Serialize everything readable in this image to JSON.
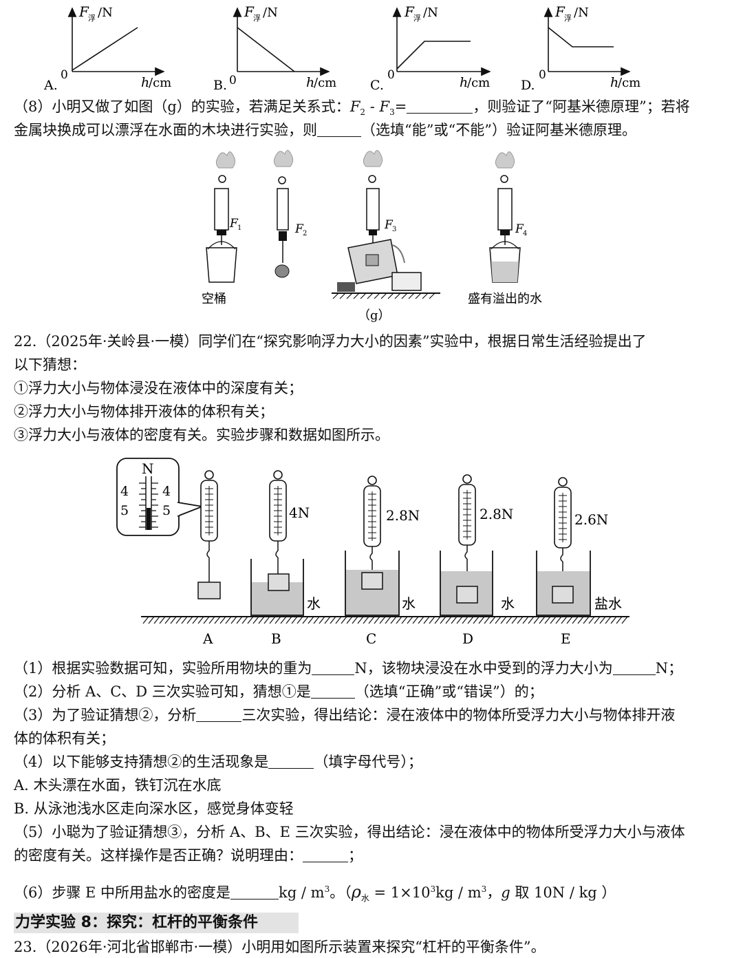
{
  "top_graphs": {
    "y_label": "F",
    "y_sub": "浮",
    "y_unit": "/N",
    "x_label": "h",
    "x_unit": "/cm",
    "origin": "0",
    "options": [
      "A.",
      "B.",
      "C.",
      "D."
    ]
  },
  "q8": {
    "l1a": "（8）小明又做了如图（g）的实验，若满足关系式：",
    "F2": "F",
    "F2sub": "2",
    "minus": " - ",
    "F3": "F",
    "F3sub": "3",
    "eq": "=",
    "l1b": "，则验证了“阿基米德原理”；若将",
    "l2a": "金属块换成可以漂浮在水面的木块进行实验，则",
    "l2b": "（选填“能”或“不能”）验证阿基米德原理。"
  },
  "fig_g": {
    "F1": "F",
    "F1s": "1",
    "F2": "F",
    "F2s": "2",
    "F3": "F",
    "F3s": "3",
    "F4": "F",
    "F4s": "4",
    "cap_empty": "空桶",
    "cap_water": "盛有溢出的水",
    "caption": "（g）"
  },
  "q22": {
    "l1": "22.（2025年·关岭县·一模）同学们在“探究影响浮力大小的因素”实验中，根据日常生活经验提出了",
    "l2": "以下猜想：",
    "l3": "①浮力大小与物体浸没在液体中的深度有关；",
    "l4": "②浮力大小与物体排开液体的体积有关；",
    "l5": "③浮力大小与液体的密度有关。实验步骤和数据如图所示。"
  },
  "fig_exp": {
    "unit": "N",
    "tick4": "4",
    "tick5": "5",
    "readB": "4N",
    "readC": "2.8N",
    "readD": "2.8N",
    "readE": "2.6N",
    "water": "水",
    "salt": "盐水",
    "labels": [
      "A",
      "B",
      "C",
      "D",
      "E"
    ]
  },
  "questions": {
    "q1a": "（1）根据实验数据可知，实验所用物块的重为",
    "q1b": "N，该物块浸没在水中受到的浮力大小为",
    "q1c": "N；",
    "q2a": "（2）分析 A、C、D 三次实验可知，猜想①是",
    "q2b": "（选填“正确”或“错误”）的；",
    "q3a": "（3）为了验证猜想②，分析",
    "q3b": "三次实验，得出结论：浸在液体中的物体所受浮力大小与物体排开液",
    "q3c": "体的体积有关；",
    "q4a": "（4）以下能够支持猜想②的生活现象是",
    "q4b": "（填字母代号）；",
    "optA": "A. 木头漂在水面，铁钉沉在水底",
    "optB": "B. 从泳池浅水区走向深水区，感觉身体变轻",
    "q5a": "（5）小聪为了验证猜想③，分析 A、B、E 三次实验，得出结论：浸在液体中的物体所受浮力大小与液体",
    "q5b": "的密度有关。这样操作是否正确？说明理由：",
    "q5c": "；",
    "q6a": "（6）步骤 E 中所用盐水的密度是",
    "q6unit": "kg / m",
    "q6sup": "3",
    "q6b": "。（",
    "rho": "ρ",
    "rhosub": "水",
    "q6c": " = 1×10",
    "q6sup2": "3",
    "q6d": "kg / m",
    "q6sup3": "3",
    "q6e": "，",
    "g": "g",
    "q6f": " 取 10N / kg ）"
  },
  "section_title": "力学实验 8：探究：杠杆的平衡条件",
  "q23": "23.（2026年·河北省邯郸市·一模）小明用如图所示装置来探究“杠杆的平衡条件”。"
}
